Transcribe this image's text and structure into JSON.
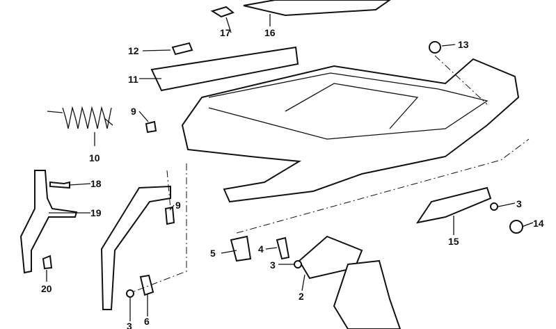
{
  "diagram": {
    "labels": [
      {
        "id": "17",
        "text": "17"
      },
      {
        "id": "16",
        "text": "16"
      },
      {
        "id": "12",
        "text": "12"
      },
      {
        "id": "13",
        "text": "13"
      },
      {
        "id": "11",
        "text": "11"
      },
      {
        "id": "9a",
        "text": "9"
      },
      {
        "id": "10",
        "text": "10"
      },
      {
        "id": "18",
        "text": "18"
      },
      {
        "id": "19",
        "text": "19"
      },
      {
        "id": "9b",
        "text": "9"
      },
      {
        "id": "3a",
        "text": "3"
      },
      {
        "id": "14",
        "text": "14"
      },
      {
        "id": "15",
        "text": "15"
      },
      {
        "id": "5",
        "text": "5"
      },
      {
        "id": "4",
        "text": "4"
      },
      {
        "id": "3b",
        "text": "3"
      },
      {
        "id": "2",
        "text": "2"
      },
      {
        "id": "20",
        "text": "20"
      },
      {
        "id": "3c",
        "text": "3"
      },
      {
        "id": "6",
        "text": "6"
      }
    ]
  }
}
